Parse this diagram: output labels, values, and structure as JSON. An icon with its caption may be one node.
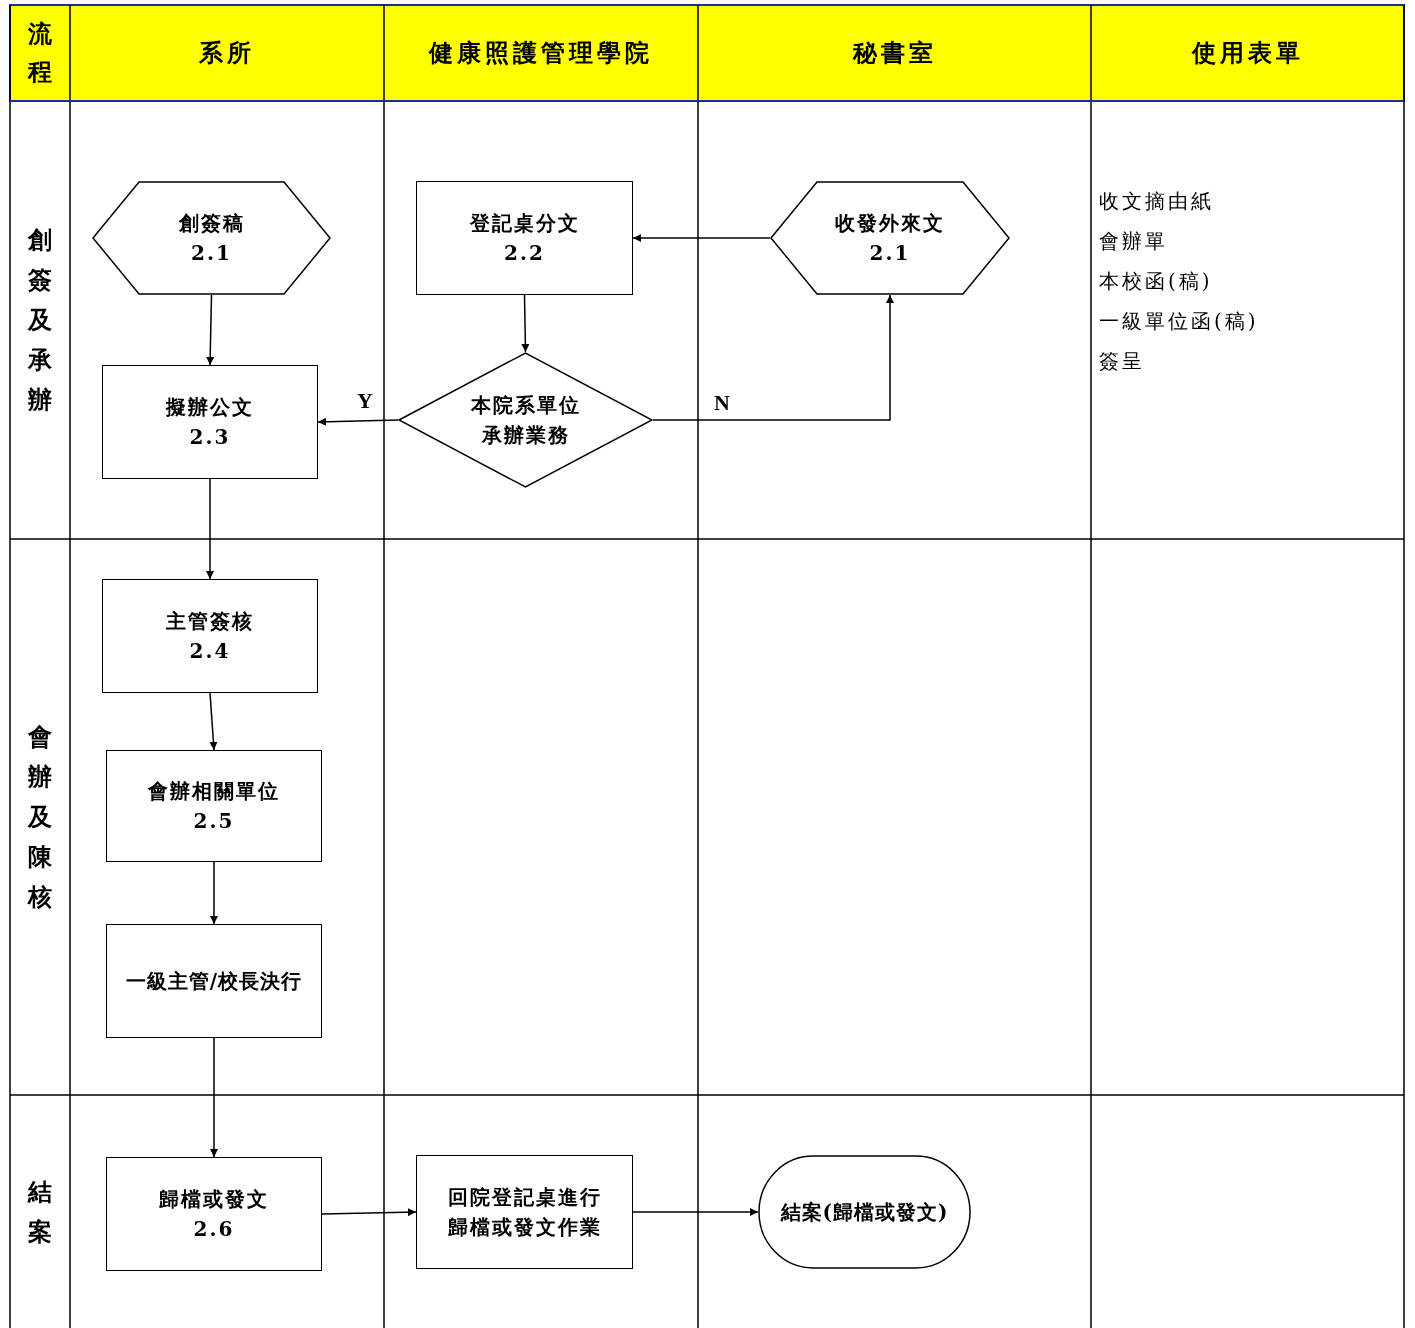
{
  "diagram": {
    "nodes": [
      {
        "text": [
          "創簽稿",
          "2.1"
        ]
      },
      {
        "text": [
          "登記桌分文",
          "2.2"
        ]
      },
      {
        "text": [
          "收發外來文",
          "2.1"
        ]
      },
      {
        "text": [
          "擬辦公文",
          "2.3"
        ]
      },
      {
        "text": [
          "本院系單位承辦業務"
        ]
      },
      {
        "text": [
          "主管簽核",
          "2.4"
        ]
      },
      {
        "text": [
          "會辦相關單位",
          "2.5"
        ]
      },
      {
        "text": [
          "一級主管/校長決行"
        ]
      },
      {
        "text": [
          "歸檔或發文",
          "2.6"
        ]
      },
      {
        "text": [
          "回院登記桌進行歸檔或發文作業"
        ]
      },
      {
        "text": [
          "結案(歸檔或發文)"
        ]
      }
    ],
    "edges": [
      {
        "from": 0,
        "to": 3,
        "arrow": "to"
      },
      {
        "from": 2,
        "to": 1,
        "arrow": "to"
      },
      {
        "from": 1,
        "to": 4,
        "arrow": "to"
      },
      {
        "from": 4,
        "to": 3,
        "arrow": "to",
        "label": "Y"
      },
      {
        "from": 4,
        "to": 2,
        "arrow": "to",
        "label": "N"
      },
      {
        "from": 3,
        "to": 5,
        "arrow": "to"
      },
      {
        "from": 5,
        "to": 6,
        "arrow": "to"
      },
      {
        "from": 6,
        "to": 7,
        "arrow": "to"
      },
      {
        "from": 7,
        "to": 8,
        "arrow": "to"
      },
      {
        "from": 8,
        "to": 9,
        "arrow": "to"
      },
      {
        "from": 9,
        "to": 10,
        "arrow": "to"
      }
    ],
    "labels": [
      "流程",
      "系所",
      "健康照護管理學院",
      "秘書室",
      "使用表單",
      "創簽及承辦",
      "收文摘由紙",
      "會辦單",
      "本校函(稿)",
      "一級單位函(稿)",
      "簽呈",
      "會辦及陳核",
      "結案"
    ]
  }
}
